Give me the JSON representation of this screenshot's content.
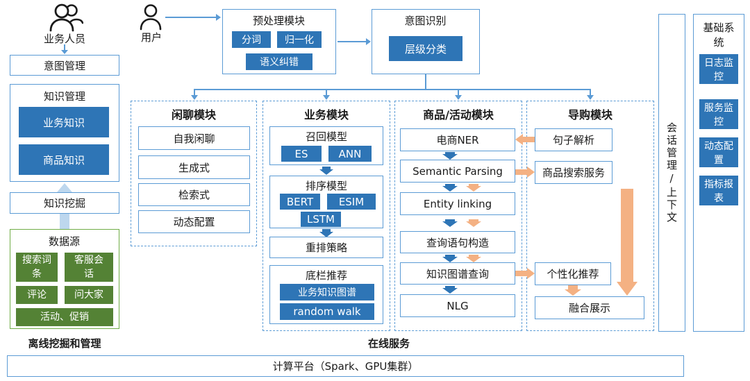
{
  "colors": {
    "blue_fill": "#2e75b6",
    "blue_border": "#5b9bd5",
    "green_fill": "#548235",
    "green_border": "#70ad47",
    "orange_arrow": "#f4b183",
    "light_blue_arrow": "#bdd7ee"
  },
  "offline": {
    "actor_label": "业务人员",
    "intent_mgmt": "意图管理",
    "knowledge_mgmt": {
      "title": "知识管理",
      "items": [
        "业务知识",
        "商品知识"
      ]
    },
    "knowledge_mining": "知识挖掘",
    "data_source": {
      "title": "数据源",
      "items": [
        "搜索词条",
        "客服会话",
        "评论",
        "问大家",
        "活动、促销"
      ]
    },
    "label": "离线挖掘和管理"
  },
  "pipeline": {
    "user_label": "用户",
    "preprocess": {
      "title": "预处理模块",
      "chips": [
        "分词",
        "归一化",
        "语义纠错"
      ]
    },
    "intent": {
      "title": "意图识别",
      "chips": [
        "层级分类"
      ]
    }
  },
  "modules": {
    "chitchat": {
      "title": "闲聊模块",
      "items": [
        "自我闲聊",
        "生成式",
        "检索式",
        "动态配置"
      ]
    },
    "business": {
      "title": "业务模块",
      "recall": {
        "title": "召回模型",
        "chips": [
          "ES",
          "ANN"
        ]
      },
      "rank": {
        "title": "排序模型",
        "chips": [
          "BERT",
          "ESIM",
          "LSTM"
        ]
      },
      "rerank": "重排策略",
      "bottom": {
        "title": "底栏推荐",
        "chips": [
          "业务知识图谱",
          "random walk"
        ]
      }
    },
    "product": {
      "title": "商品/活动模块",
      "steps": [
        "电商NER",
        "Semantic Parsing",
        "Entity linking",
        "查询语句构造",
        "知识图谱查询",
        "NLG"
      ]
    },
    "guide": {
      "title": "导购模块",
      "items": [
        "句子解析",
        "商品搜索服务",
        "个性化推荐",
        "融合展示"
      ]
    }
  },
  "session_label": "会话管理/上下文",
  "base_system": {
    "title": "基础系统",
    "items": [
      "日志监控",
      "服务监控",
      "动态配置",
      "指标报表"
    ]
  },
  "online_label": "在线服务",
  "platform_label": "计算平台（Spark、GPU集群）"
}
